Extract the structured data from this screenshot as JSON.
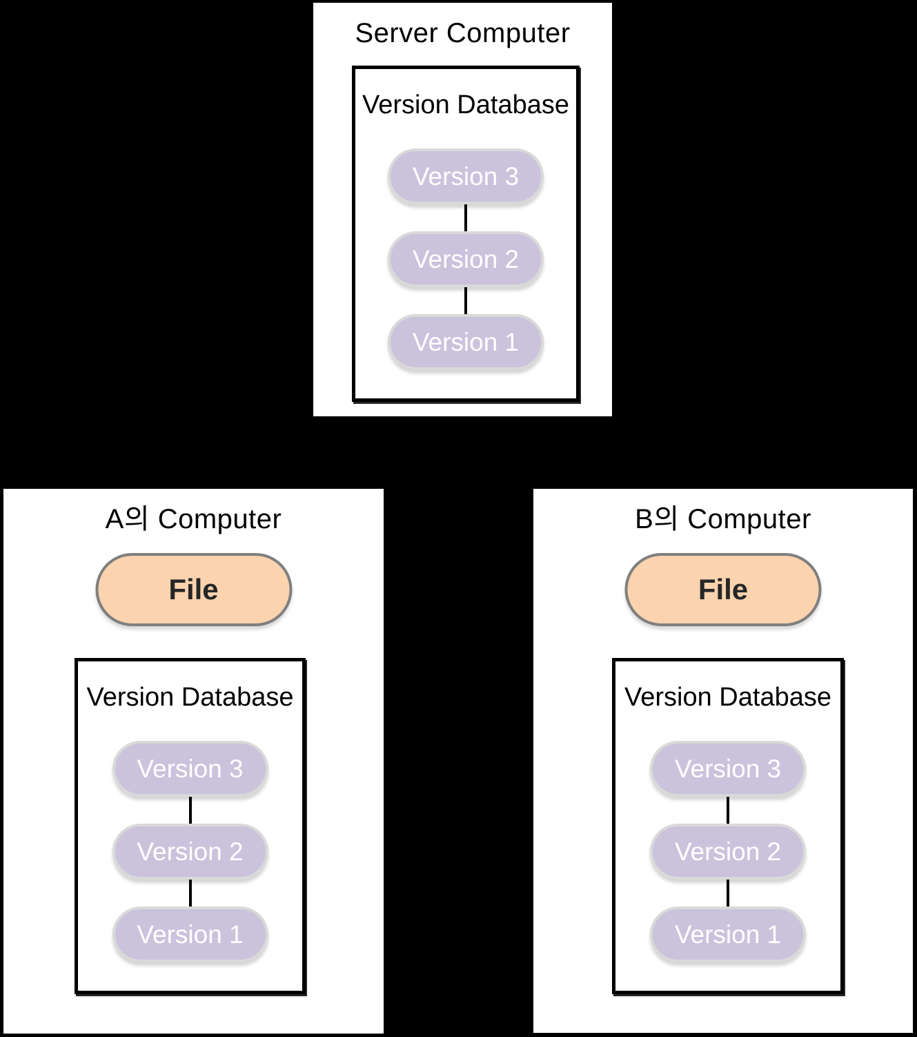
{
  "colors": {
    "background": "#000000",
    "panel_bg": "#FFFFFF",
    "title_text": "#000000",
    "db_border": "#000000",
    "version_pill_bg": "#CBC2DC",
    "version_pill_border": "#D9D9D9",
    "version_pill_text": "#FFFFFF",
    "file_pill_bg": "#FBD3AF",
    "file_pill_border": "#7F7F7F",
    "file_pill_text": "#262626",
    "connector": "#000000"
  },
  "server": {
    "title": "Server Computer",
    "database": {
      "title": "Version Database",
      "versions": [
        "Version 3",
        "Version 2",
        "Version 1"
      ]
    }
  },
  "computer_a": {
    "title": "A의 Computer",
    "file_label": "File",
    "database": {
      "title": "Version Database",
      "versions": [
        "Version 3",
        "Version 2",
        "Version 1"
      ]
    }
  },
  "computer_b": {
    "title": "B의 Computer",
    "file_label": "File",
    "database": {
      "title": "Version Database",
      "versions": [
        "Version 3",
        "Version 2",
        "Version 1"
      ]
    }
  }
}
